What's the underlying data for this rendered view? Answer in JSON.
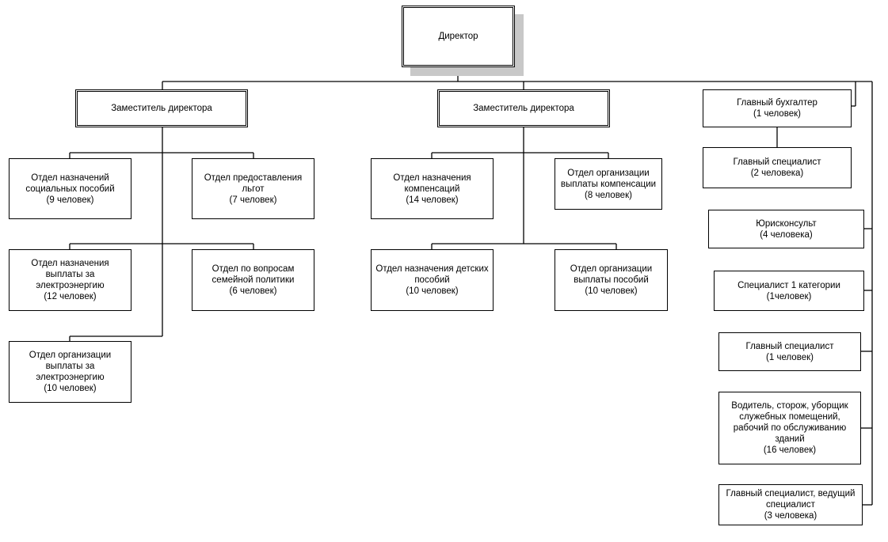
{
  "director": "Директор",
  "deputy_left": "Заместитель директора",
  "deputy_mid": "Заместитель директора",
  "chief_accountant": "Главный бухгалтер\n(1 человек)",
  "left_units": [
    "Отдел назначений\nсоциальных пособий\n(9 человек)",
    "Отдел предоставления\nльгот\n(7 человек)",
    "Отдел назначения\nвыплаты за\nэлектроэнергию\n(12 человек)",
    "Отдел по вопросам\nсемейной политики\n(6 человек)",
    "Отдел организации\nвыплаты за\nэлектроэнергию\n(10 человек)"
  ],
  "mid_units": [
    "Отдел назначения\nкомпенсаций\n(14 человек)",
    "Отдел организации\nвыплаты компенсации\n(8 человек)",
    "Отдел назначения детских\nпособий\n(10 человек)",
    "Отдел организации\nвыплаты пособий\n(10 человек)"
  ],
  "right_units": [
    "Главный специалист\n(2 человека)",
    "Юрисконсульт\n(4 человека)",
    "Специалист 1 категории\n(1человек)",
    "Главный специалист\n(1 человек)",
    "Водитель, сторож, уборщик\nслужебных помещений,\nрабочий по обслуживанию\nзданий\n(16 человек)",
    "Главный специалист, ведущий\nспециалист\n(3 человека)"
  ]
}
